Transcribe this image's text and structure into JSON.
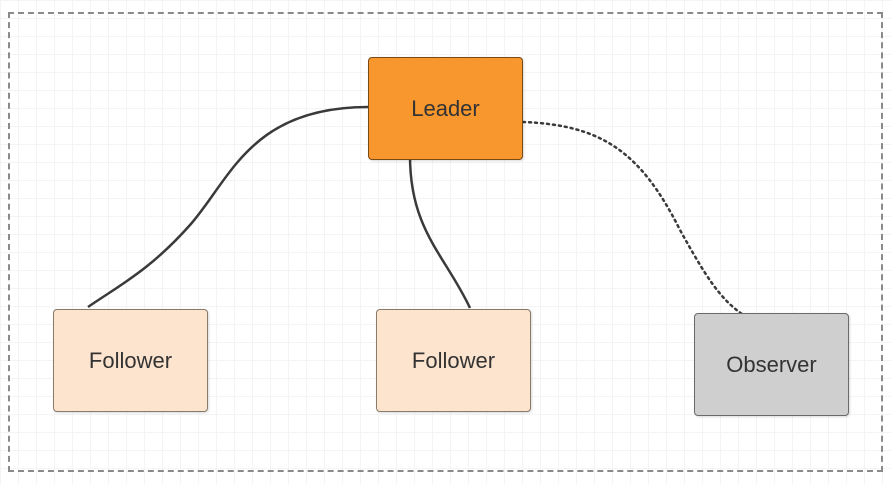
{
  "diagram": {
    "nodes": {
      "leader": "Leader",
      "follower_1": "Follower",
      "follower_2": "Follower",
      "observer": "Observer"
    },
    "colors": {
      "leader_fill": "#f7972e",
      "follower_fill": "#fde4cf",
      "observer_fill": "#cfcfcf",
      "edge": "#3a3a3a",
      "frame": "#8a8a8a"
    },
    "edges": [
      {
        "from": "leader",
        "to": "follower_1",
        "style": "solid"
      },
      {
        "from": "leader",
        "to": "follower_2",
        "style": "solid"
      },
      {
        "from": "leader",
        "to": "observer",
        "style": "dotted"
      }
    ]
  }
}
